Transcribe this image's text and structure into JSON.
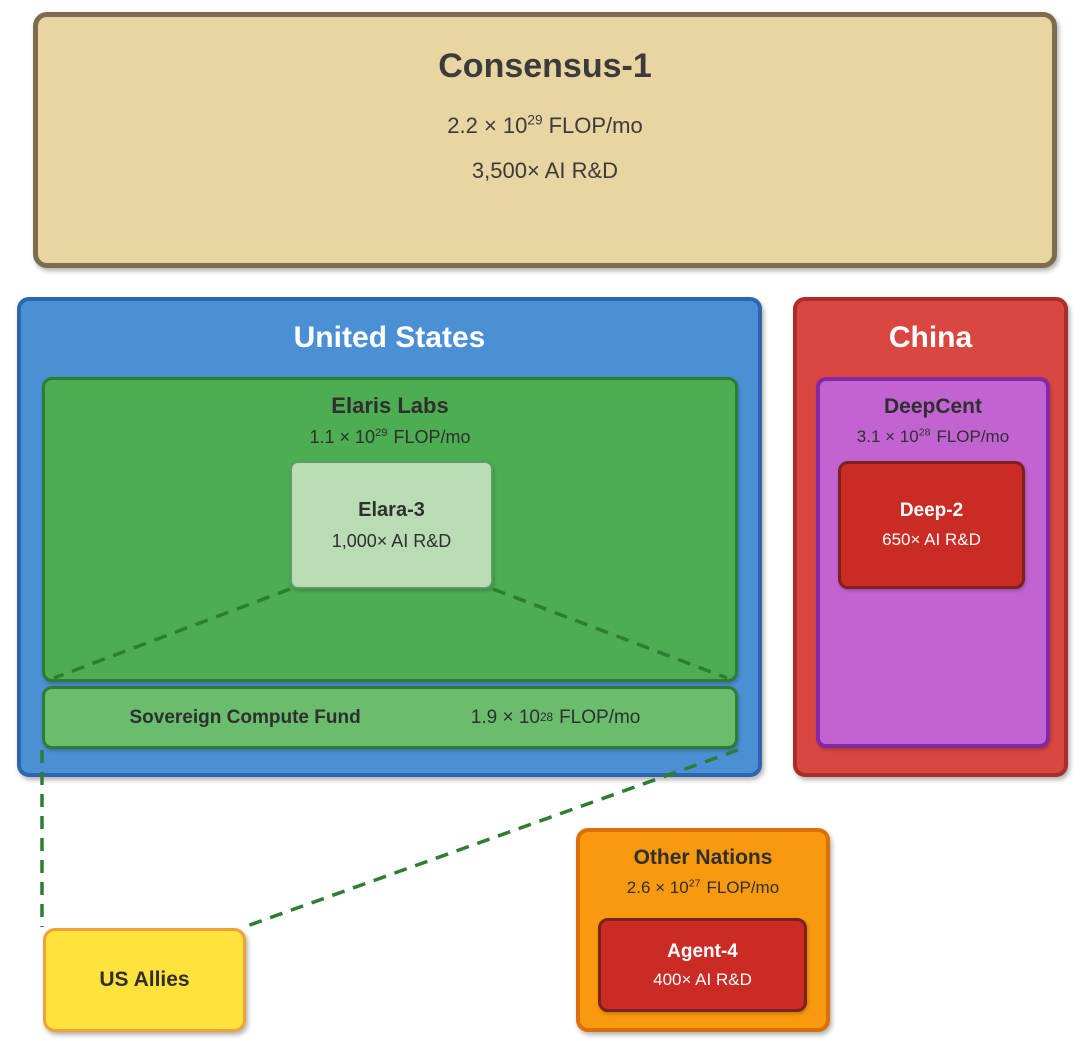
{
  "colors": {
    "consensus_fill": "#e9d5a2",
    "consensus_border": "#7d6c50",
    "us_fill": "#4b8fd5",
    "us_border": "#2b66ae",
    "china_fill": "#d94740",
    "china_border": "#a82f29",
    "elaris_fill": "#4cad52",
    "elaris_border": "#2e7d32",
    "elara3_fill": "#badcb5",
    "elara3_border": "#5f9c62",
    "fund_fill": "#69bd6d",
    "fund_border": "#2e7d32",
    "deepcent_fill": "#c263d2",
    "deepcent_border": "#8527a6",
    "deep2_fill": "#cb2b25",
    "deep2_border": "#7e201b",
    "other_fill": "#f9990e",
    "other_border": "#dd6f0b",
    "agent4_fill": "#cb2b25",
    "agent4_border": "#7e201b",
    "allies_fill": "#ffe23c",
    "allies_border": "#f0a237",
    "connector": "#2e7d32",
    "dark_text": "#2f2f2f",
    "light_text": "#ffffff"
  },
  "consensus": {
    "title": "Consensus-1",
    "flop_base": "2.2 × 10",
    "flop_exp": "29",
    "flop_unit": "FLOP/mo",
    "rnd": "3,500× AI R&D"
  },
  "united_states": {
    "title": "United States"
  },
  "elaris_labs": {
    "title": "Elaris Labs",
    "flop_base": "1.1 × 10",
    "flop_exp": "29",
    "flop_unit": "FLOP/mo"
  },
  "elara_3": {
    "title": "Elara-3",
    "rnd": "1,000× AI R&D"
  },
  "sovereign_fund": {
    "title": "Sovereign Compute Fund",
    "flop_base": "1.9 × 10",
    "flop_exp": "28",
    "flop_unit": "FLOP/mo"
  },
  "china": {
    "title": "China"
  },
  "deepcent": {
    "title": "DeepCent",
    "flop_base": "3.1 × 10",
    "flop_exp": "28",
    "flop_unit": "FLOP/mo"
  },
  "deep_2": {
    "title": "Deep-2",
    "rnd": "650× AI R&D"
  },
  "other_nations": {
    "title": "Other Nations",
    "flop_base": "2.6 × 10",
    "flop_exp": "27",
    "flop_unit": "FLOP/mo"
  },
  "agent_4": {
    "title": "Agent-4",
    "rnd": "400× AI R&D"
  },
  "us_allies": {
    "title": "US Allies"
  }
}
